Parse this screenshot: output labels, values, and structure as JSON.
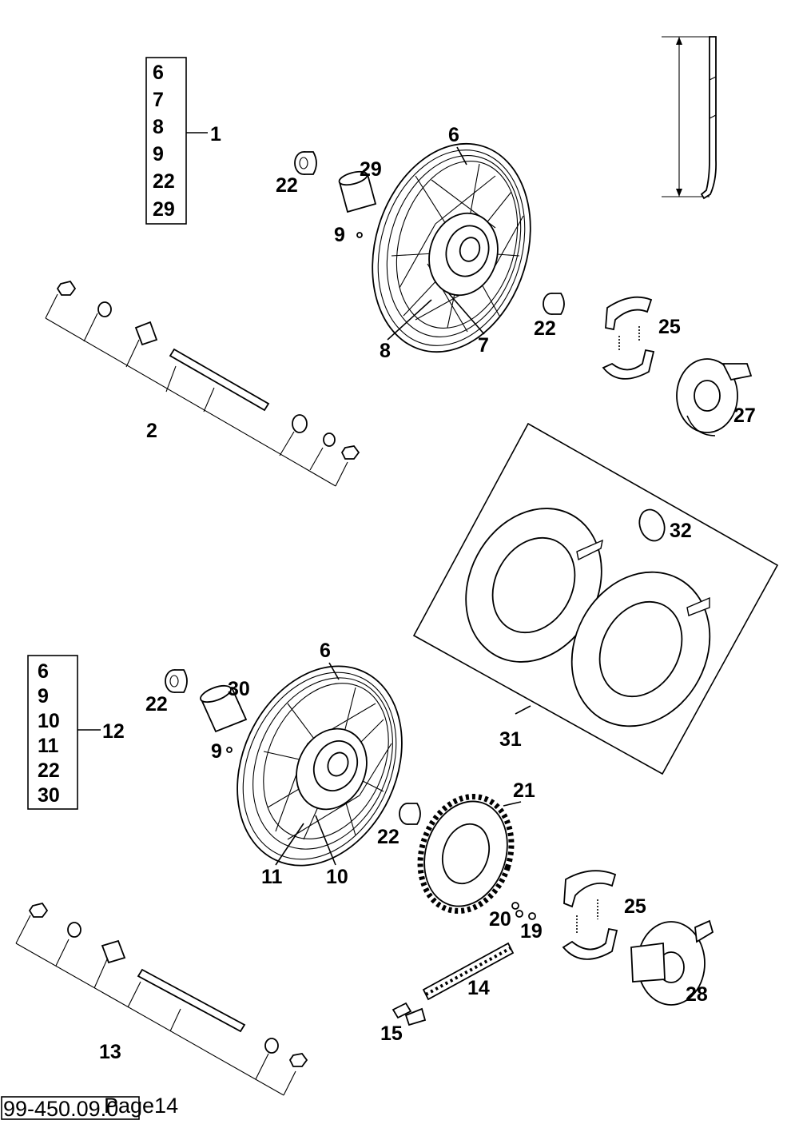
{
  "kit_boxes": [
    {
      "name": "front-wheel-kit",
      "items": [
        "6",
        "7",
        "8",
        "9",
        "22",
        "29"
      ],
      "callout": "1"
    },
    {
      "name": "rear-wheel-kit",
      "items": [
        "6",
        "9",
        "10",
        "11",
        "22",
        "30"
      ],
      "callout": "12"
    }
  ],
  "callouts": {
    "c6a": "6",
    "c22a": "22",
    "c29": "29",
    "c9a": "9",
    "c8": "8",
    "c7": "7",
    "c22b": "22",
    "c25a": "25",
    "c27": "27",
    "c2": "2",
    "c32": "32",
    "c31": "31",
    "c6b": "6",
    "c30": "30",
    "c22c": "22",
    "c9b": "9",
    "c11": "11",
    "c10": "10",
    "c22d": "22",
    "c21": "21",
    "c20": "20",
    "c19": "19",
    "c25b": "25",
    "c28": "28",
    "c14": "14",
    "c15": "15",
    "c13": "13"
  },
  "footer": {
    "doc_code": "99-450.09.0",
    "page_label": "Page14"
  }
}
